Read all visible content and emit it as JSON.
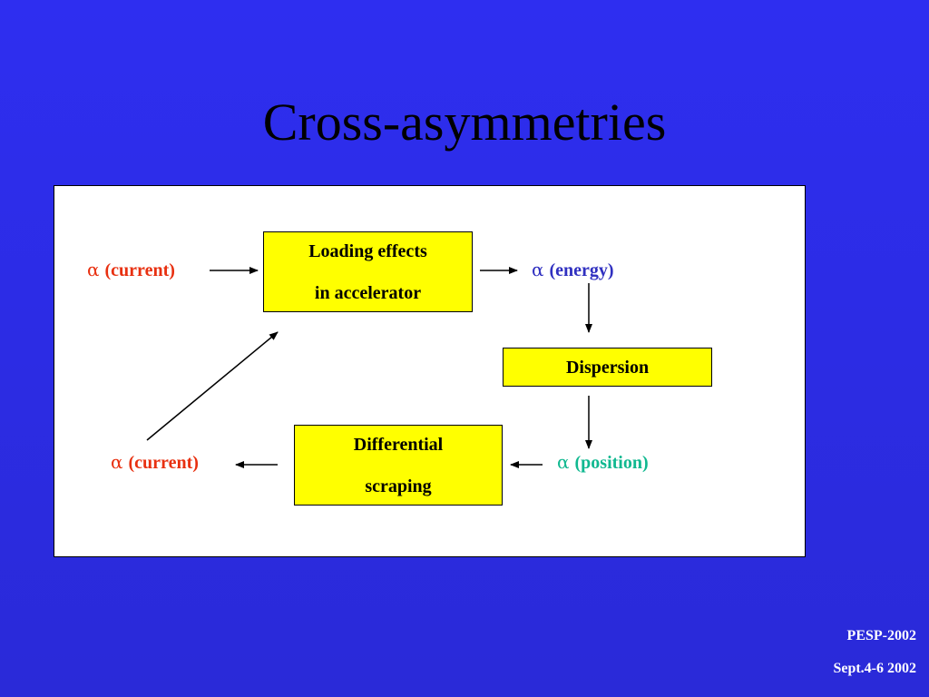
{
  "slide": {
    "title": "Cross-asymmetries"
  },
  "diagram": {
    "boxes": {
      "loading": {
        "line1": "Loading effects",
        "line2": "in accelerator"
      },
      "dispersion": {
        "line1": "Dispersion"
      },
      "scraping": {
        "line1": "Differential",
        "line2": "scraping"
      }
    },
    "labels": {
      "current_in": {
        "symbol": "α",
        "text": "(current)"
      },
      "energy": {
        "symbol": "α",
        "text": "(energy)"
      },
      "position": {
        "symbol": "α",
        "text": "(position)"
      },
      "current_out": {
        "symbol": "α",
        "text": "(current)"
      }
    },
    "colors": {
      "current": "#e83010",
      "energy": "#3030c0",
      "position": "#10b890",
      "box_fill": "#ffff00",
      "panel_fill": "#ffffff"
    }
  },
  "footer": {
    "line1": "PESP-2002",
    "line2": "Sept.4-6 2002"
  }
}
